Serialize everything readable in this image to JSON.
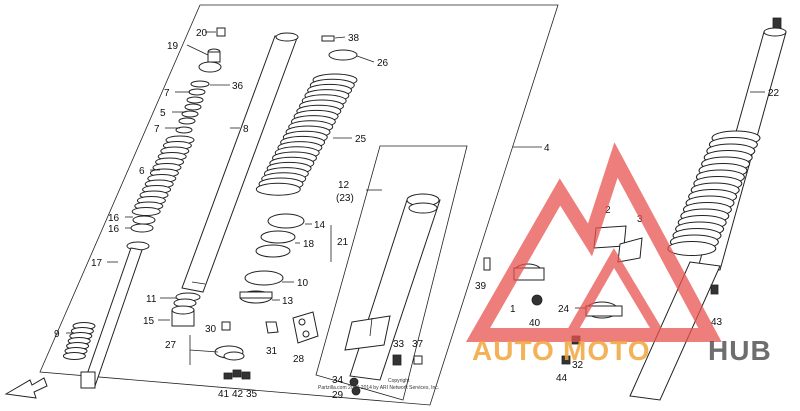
{
  "labels": {
    "l1": "1",
    "l2": "2",
    "l3": "3",
    "l4": "4",
    "l5": "5",
    "l6": "6",
    "l7a": "7",
    "l7b": "7",
    "l8": "8",
    "l9": "9",
    "l10": "10",
    "l11": "11",
    "l12": "12",
    "l12b": "(23)",
    "l13": "13",
    "l14": "14",
    "l15": "15",
    "l16a": "16",
    "l16b": "16",
    "l17": "17",
    "l18": "18",
    "l19": "19",
    "l20": "20",
    "l21": "21",
    "l22": "22",
    "l24": "24",
    "l25": "25",
    "l26": "26",
    "l27": "27",
    "l28": "28",
    "l29": "29",
    "l30": "30",
    "l31": "31",
    "l32": "32",
    "l33": "33",
    "l34": "34",
    "l35": "35",
    "l36": "36",
    "l37": "37",
    "l38": "38",
    "l39": "39",
    "l40": "40",
    "l41": "41",
    "l42": "42",
    "l43": "43",
    "l44": "44"
  },
  "copyright": {
    "line1": "Copyright",
    "line2": "Partzilla.com 2004-2014 by ARI Network Services, Inc."
  },
  "watermark": {
    "part1": "AUTO",
    "part2": "MOTO",
    "part3": "HUB",
    "colors": {
      "red": "#e8534f",
      "orange": "#f2a53a",
      "gray": "#555555"
    }
  }
}
